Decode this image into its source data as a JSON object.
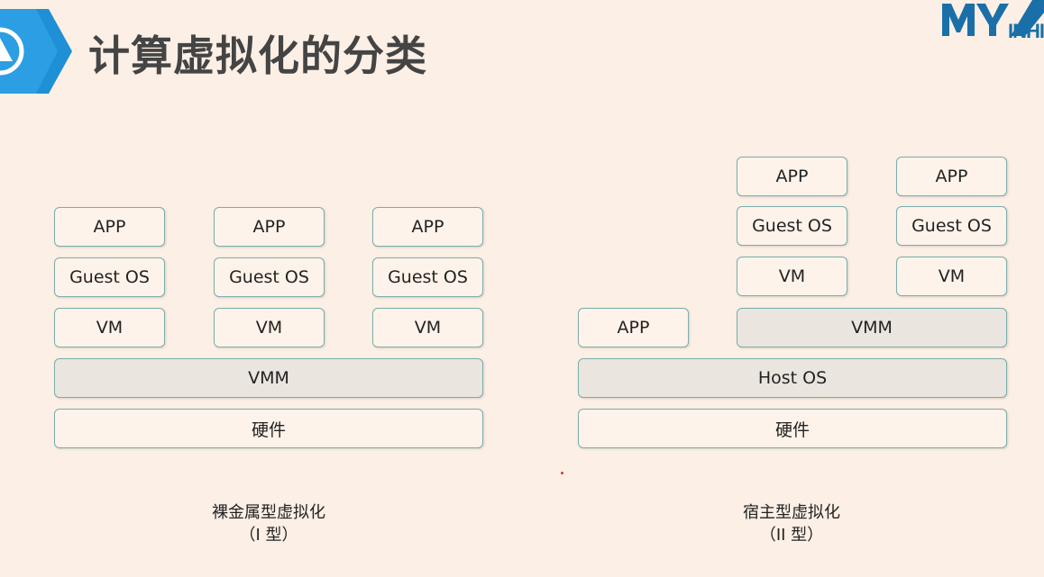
{
  "slide": {
    "title": "计算虚拟化的分类",
    "logo_text": "INHI"
  },
  "left": {
    "apps": [
      "APP",
      "APP",
      "APP"
    ],
    "guests": [
      "Guest OS",
      "Guest OS",
      "Guest OS"
    ],
    "vms": [
      "VM",
      "VM",
      "VM"
    ],
    "vmm": "VMM",
    "hardware": "硬件",
    "caption": "裸金属型虚拟化",
    "type_label": "（I 型）"
  },
  "right": {
    "apps": [
      "APP",
      "APP"
    ],
    "guests": [
      "Guest OS",
      "Guest OS"
    ],
    "vms": [
      "VM",
      "VM"
    ],
    "host_app": "APP",
    "vmm": "VMM",
    "host_os": "Host OS",
    "hardware": "硬件",
    "caption": "宿主型虚拟化",
    "type_label": "（II 型）"
  },
  "colors": {
    "background": "#fcefe5",
    "badge_blue": "#1f8fd6",
    "box_border": "#7aaeab",
    "gray_box": "#ebe5e0"
  }
}
